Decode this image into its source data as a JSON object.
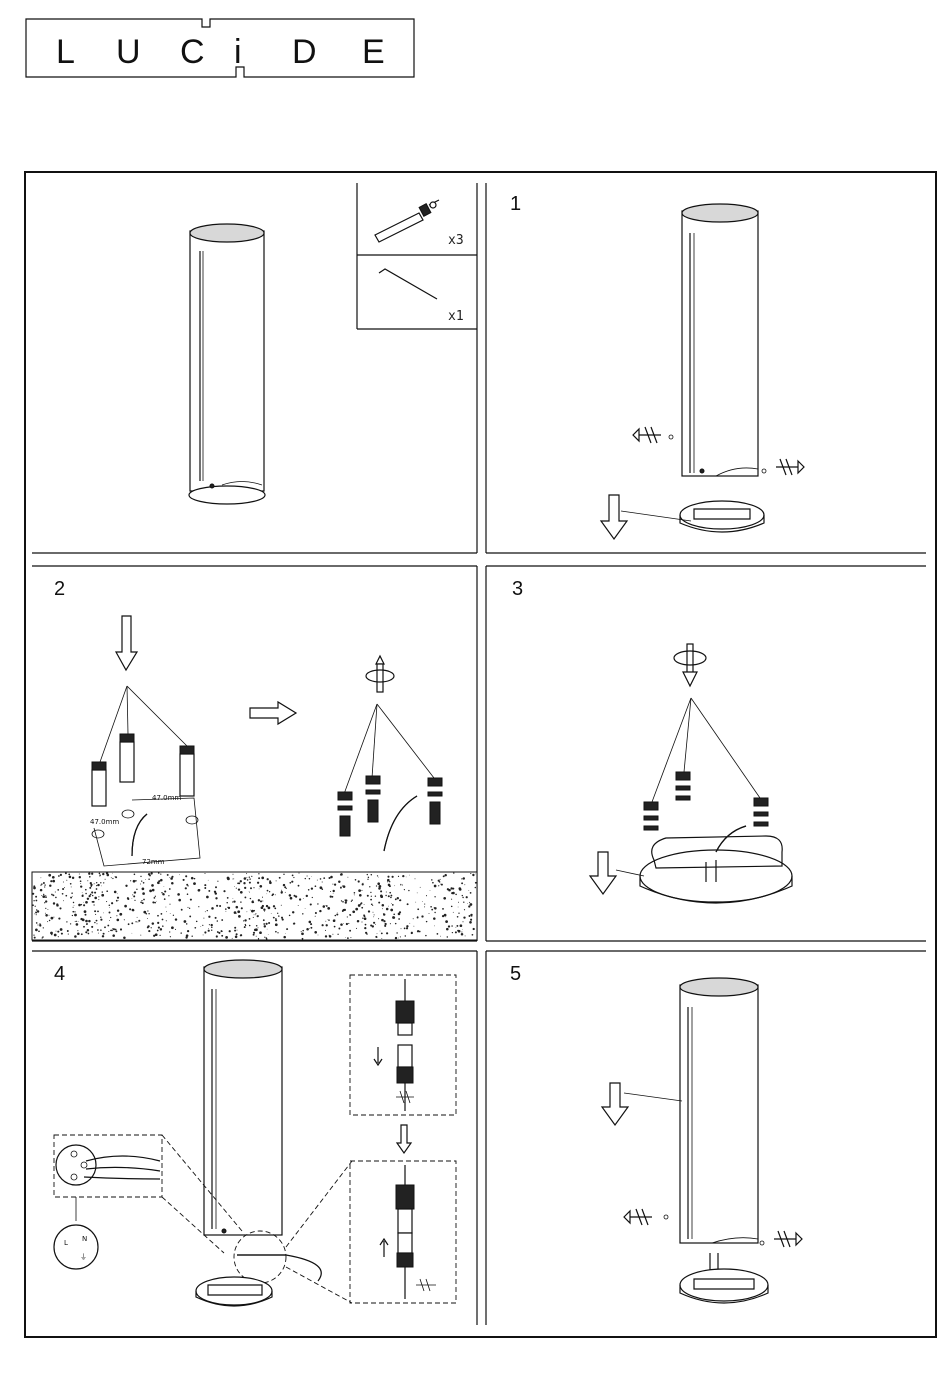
{
  "brand": {
    "logo_letters": [
      "L",
      "U",
      "C",
      "i",
      "D",
      "E"
    ]
  },
  "parts": {
    "anchor_qty": "x3",
    "allen_key_qty": "x1"
  },
  "steps": {
    "s1": "1",
    "s2": "2",
    "s3": "3",
    "s4": "4",
    "s5": "5"
  },
  "dimensions": {
    "d1": "47.0mm",
    "d2": "47.0mm",
    "d3": "72mm"
  },
  "wiring": {
    "terminal_1": "L",
    "terminal_2": "N",
    "terminal_3": "⏚"
  }
}
